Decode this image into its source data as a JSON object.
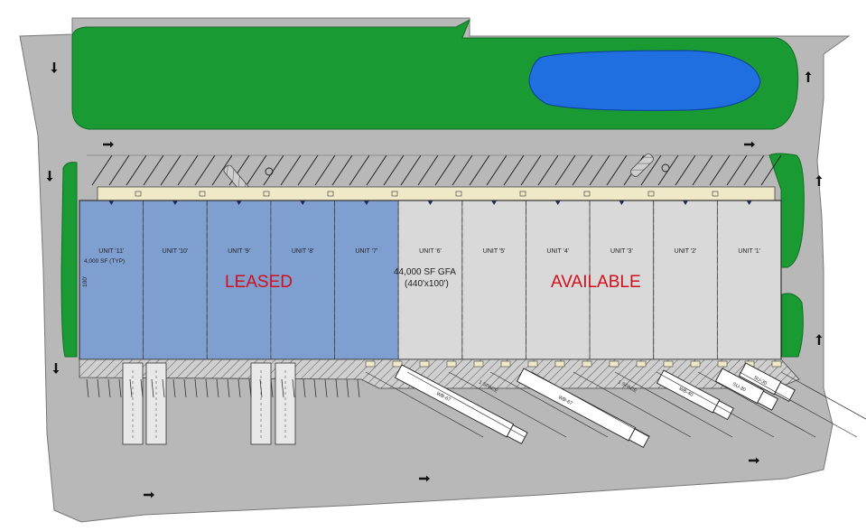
{
  "units": [
    {
      "name": "UNIT '11'",
      "status": "leased"
    },
    {
      "name": "UNIT '10'",
      "status": "leased"
    },
    {
      "name": "UNIT '9'",
      "status": "leased"
    },
    {
      "name": "UNIT '8'",
      "status": "leased"
    },
    {
      "name": "UNIT '7'",
      "status": "leased"
    },
    {
      "name": "UNIT '6'",
      "status": "available"
    },
    {
      "name": "UNIT '5'",
      "status": "available"
    },
    {
      "name": "UNIT '4'",
      "status": "available"
    },
    {
      "name": "UNIT '3'",
      "status": "available"
    },
    {
      "name": "UNIT '2'",
      "status": "available"
    },
    {
      "name": "UNIT '1'",
      "status": "available"
    }
  ],
  "labels": {
    "unit_typ": "4,000 SF (TYP)",
    "building_gfa": "44,000 SF GFA",
    "building_dims": "(440'x100')",
    "depth": "100'",
    "leased": "LEASED",
    "available": "AVAILABLE"
  },
  "trucks": {
    "wb40": "WB-40",
    "wb67": "WB-67",
    "su30": "SU-30",
    "space": "1 SPACE"
  },
  "colors": {
    "asphalt": "#b8b8b8",
    "grass": "#1a9a32",
    "pond": "#1f6fe0",
    "leased_fill": "#7f9fd0",
    "available_fill": "#d9d9d9",
    "sidewalk": "#efe9c8",
    "leased_text": "#d0101a"
  }
}
